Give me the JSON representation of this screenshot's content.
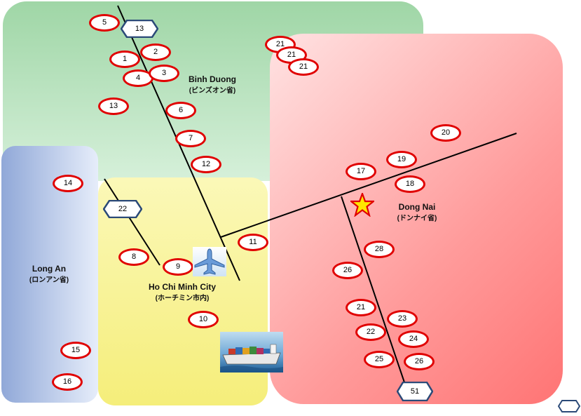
{
  "regions": {
    "binh_duong": {
      "name": "Binh Duong",
      "sub": "(ビンズオン省)"
    },
    "dong_nai": {
      "name": "Dong Nai",
      "sub": "(ドンナイ省)"
    },
    "long_an": {
      "name": "Long An",
      "sub": "(ロンアン省)"
    },
    "hcm": {
      "name": "Ho Chi Minh City",
      "sub": "(ホーチミン市内)"
    }
  },
  "markers": [
    {
      "id": "m5",
      "label": "5"
    },
    {
      "id": "m1",
      "label": "1"
    },
    {
      "id": "m2",
      "label": "2"
    },
    {
      "id": "m4",
      "label": "4"
    },
    {
      "id": "m3",
      "label": "3"
    },
    {
      "id": "m13",
      "label": "13"
    },
    {
      "id": "m6",
      "label": "6"
    },
    {
      "id": "m7",
      "label": "7"
    },
    {
      "id": "m12",
      "label": "12"
    },
    {
      "id": "m21a",
      "label": "21"
    },
    {
      "id": "m21b",
      "label": "21"
    },
    {
      "id": "m21c",
      "label": "21"
    },
    {
      "id": "m14",
      "label": "14"
    },
    {
      "id": "m8",
      "label": "8"
    },
    {
      "id": "m9",
      "label": "9"
    },
    {
      "id": "m10",
      "label": "10"
    },
    {
      "id": "m11",
      "label": "11"
    },
    {
      "id": "m15",
      "label": "15"
    },
    {
      "id": "m16",
      "label": "16"
    },
    {
      "id": "m17",
      "label": "17"
    },
    {
      "id": "m19",
      "label": "19"
    },
    {
      "id": "m20",
      "label": "20"
    },
    {
      "id": "m18",
      "label": "18"
    },
    {
      "id": "m28",
      "label": "28"
    },
    {
      "id": "m26a",
      "label": "26"
    },
    {
      "id": "m21d",
      "label": "21"
    },
    {
      "id": "m23",
      "label": "23"
    },
    {
      "id": "m22",
      "label": "22"
    },
    {
      "id": "m24",
      "label": "24"
    },
    {
      "id": "m25",
      "label": "25"
    },
    {
      "id": "m26b",
      "label": "26"
    }
  ],
  "hexes": [
    {
      "id": "h13",
      "label": "13"
    },
    {
      "id": "h22",
      "label": "22"
    },
    {
      "id": "h51",
      "label": "51"
    },
    {
      "id": "h_blank",
      "label": ""
    }
  ],
  "colors": {
    "marker_border": "#e00000",
    "hex_border": "#2b4a78",
    "star_fill": "#ffe600",
    "star_stroke": "#e00000"
  },
  "icons": {
    "airport": "airplane-icon",
    "port": "cargo-ship-icon",
    "location": "star-icon"
  }
}
